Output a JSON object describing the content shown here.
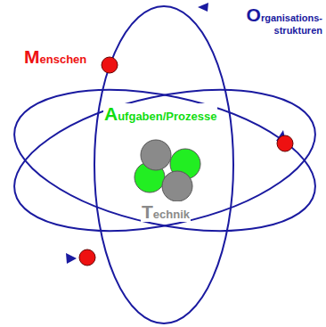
{
  "diagram": {
    "labels": [
      "Menschen",
      "Organisations- strukturen",
      "Aufgaben/Prozesse",
      "Technik"
    ]
  }
}
